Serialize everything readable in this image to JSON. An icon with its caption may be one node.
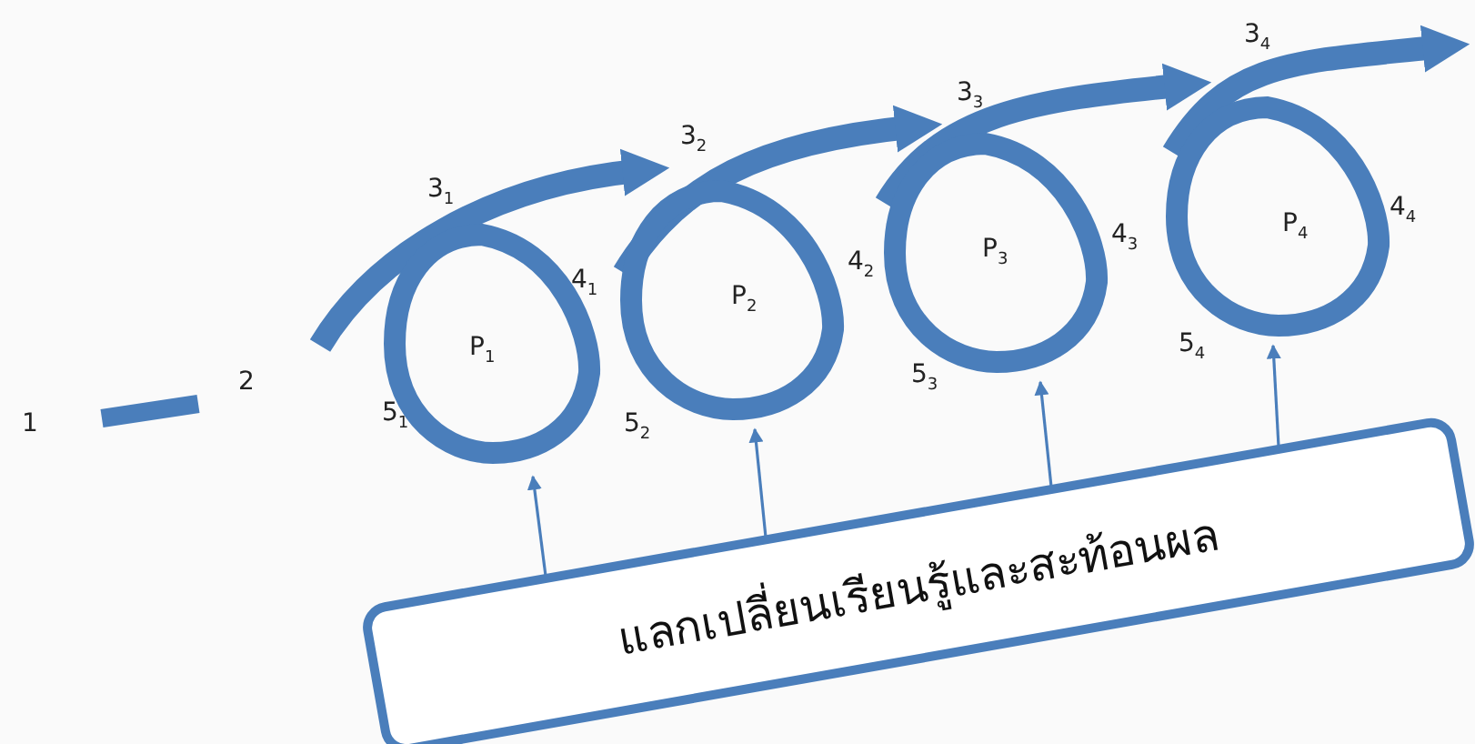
{
  "diagram": {
    "nodes": [
      {
        "text": [
          "P$_{1}$"
        ]
      },
      {
        "text": [
          "P$_{2}$"
        ]
      },
      {
        "text": [
          "P$_{3}$"
        ]
      },
      {
        "text": [
          "P$_{4}$"
        ]
      },
      {
        "text": [
          "แลกเปลี่ยนเรียนรู้และสะท้อนผล"
        ]
      }
    ],
    "edges": [
      {
        "from": 4,
        "to": 0,
        "arrow": "to"
      },
      {
        "from": 4,
        "to": 1,
        "arrow": "to"
      },
      {
        "from": 4,
        "to": 2,
        "arrow": "to"
      },
      {
        "from": 4,
        "to": 3,
        "arrow": "to"
      },
      {
        "from": null,
        "to": 1,
        "arrow": "to",
        "style": "thick"
      },
      {
        "from": 1,
        "to": 2,
        "arrow": "to",
        "style": "thick"
      },
      {
        "from": 2,
        "to": 3,
        "arrow": "to",
        "style": "thick"
      },
      {
        "from": 3,
        "to": null,
        "arrow": "to",
        "style": "thick"
      }
    ],
    "labels": [
      "1",
      "2",
      "3$_{1}$",
      "4$_{1}$",
      "5$_{1}$",
      "3$_{2}$",
      "4$_{2}$",
      "5$_{2}$",
      "3$_{3}$",
      "4$_{3}$",
      "5$_{3}$",
      "3$_{4}$",
      "4$_{4}$",
      "5$_{4}$"
    ]
  }
}
